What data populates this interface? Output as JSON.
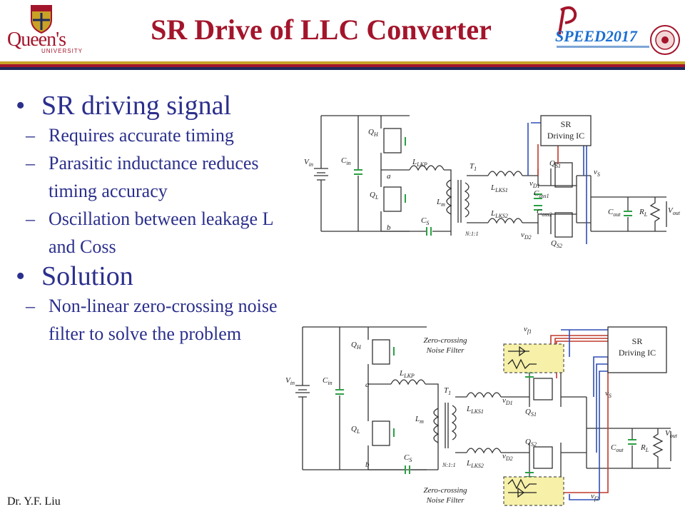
{
  "header": {
    "title": "SR Drive of LLC Converter",
    "left_logo_text": "Queen's",
    "left_logo_subtext": "UNIVERSITY",
    "right_logo_text": "SPEED2017",
    "colors": {
      "title": "#a3152b",
      "body_text": "#2b2f8c",
      "stripe_gold": "#c8a227",
      "stripe_red": "#a3152b",
      "stripe_navy": "#1f2a5c"
    }
  },
  "bullets": [
    {
      "text": "SR driving signal",
      "subs": [
        "Requires accurate timing",
        "Parasitic inductance reduces timing accuracy",
        "Oscillation between leakage L and Coss"
      ]
    },
    {
      "text": "Solution",
      "subs": [
        "Non-linear zero-crossing noise filter to solve the problem"
      ]
    }
  ],
  "diagram1": {
    "ic_label_1": "SR",
    "ic_label_2": "Driving IC",
    "vin": "V",
    "vin_sub": "in",
    "cin": "C",
    "cin_sub": "in",
    "qh": "Q",
    "qh_sub": "H",
    "ql": "Q",
    "ql_sub": "L",
    "a": "a",
    "b": "b",
    "llkp": "L",
    "llkp_sub": "LKP",
    "lm": "L",
    "lm_sub": "m",
    "cs": "C",
    "cs_sub": "S",
    "t1": "T",
    "t1_sub": "1",
    "ratio": "N:1:1",
    "llks1": "L",
    "llks1_sub": "LKS1",
    "llks2": "L",
    "llks2_sub": "LKS2",
    "vd1": "v",
    "vd1_sub": "D1",
    "vd2": "v",
    "vd2_sub": "D2",
    "coss1": "C",
    "coss1_sub": "oss1",
    "coss2": "C",
    "coss2_sub": "oss2",
    "qs1": "Q",
    "qs1_sub": "S1",
    "qs2": "Q",
    "qs2_sub": "S2",
    "vs": "v",
    "vs_sub": "S",
    "cout": "C",
    "cout_sub": "out",
    "rl": "R",
    "rl_sub": "L",
    "vout": "V",
    "vout_sub": "out"
  },
  "diagram2": {
    "ic_label_1": "SR",
    "ic_label_2": "Driving IC",
    "filter_top_1": "Zero-crossing",
    "filter_top_2": "Noise Filter",
    "filter_bot_1": "Zero-crossing",
    "filter_bot_2": "Noise Filter",
    "vf1": "v",
    "vf1_sub": "f1",
    "vf2": "v",
    "vf2_sub": "f2",
    "vin": "V",
    "vin_sub": "in",
    "cin": "C",
    "cin_sub": "in",
    "qh": "Q",
    "qh_sub": "H",
    "ql": "Q",
    "ql_sub": "L",
    "a": "a",
    "b": "b",
    "llkp": "L",
    "llkp_sub": "LKP",
    "lm": "L",
    "lm_sub": "m",
    "cs": "C",
    "cs_sub": "S",
    "t1": "T",
    "t1_sub": "1",
    "ratio": "N:1:1",
    "llks1": "L",
    "llks1_sub": "LKS1",
    "llks2": "L",
    "llks2_sub": "LKS2",
    "vd1": "v",
    "vd1_sub": "D1",
    "vd2": "v",
    "vd2_sub": "D2",
    "qs1": "Q",
    "qs1_sub": "S1",
    "qs2": "Q",
    "qs2_sub": "S2",
    "vs": "v",
    "vs_sub": "S",
    "cout": "C",
    "cout_sub": "out",
    "rl": "R",
    "rl_sub": "L",
    "vout": "V",
    "vout_sub": "out"
  },
  "footer": {
    "author": "Dr. Y.F. Liu"
  }
}
